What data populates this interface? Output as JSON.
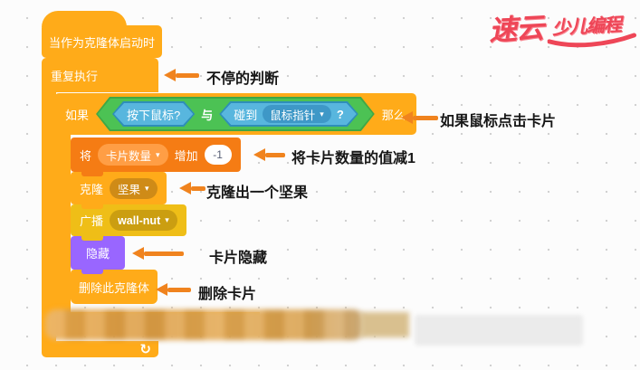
{
  "logo": {
    "text_main": "速云",
    "text_sub": "少儿编程",
    "color": "#ee4657"
  },
  "ui": {
    "caret": "▾",
    "loop_arrow": "↻"
  },
  "blocks": {
    "hat": {
      "label": "当作为克隆体启动时"
    },
    "forever": {
      "label": "重复执行"
    },
    "if_block": {
      "if": "如果",
      "then": "那么"
    },
    "and_op": {
      "label": "与"
    },
    "mouse_down": {
      "label": "按下鼠标?"
    },
    "touching": {
      "label": "碰到",
      "dropdown": "鼠标指针",
      "question": "?"
    },
    "change_var": {
      "label_set": "将",
      "dropdown": "卡片数量",
      "label_by": "增加",
      "value": "-1"
    },
    "clone": {
      "label": "克隆",
      "dropdown": "坚果"
    },
    "broadcast": {
      "label": "广播",
      "dropdown": "wall-nut"
    },
    "hide": {
      "label": "隐藏"
    },
    "delete_clone": {
      "label": "删除此克隆体"
    }
  },
  "annotations": {
    "forever": "不停的判断",
    "if_row": "如果鼠标点击卡片",
    "change_var": "将卡片数量的值减1",
    "clone": "克隆出一个坚果",
    "hide": "卡片隐藏",
    "delete_clone": "删除卡片"
  },
  "colors": {
    "control": "#FFAB19",
    "control_dark": "#CF8B17",
    "variables": "#F57C14",
    "variables_light": "#FF9E45",
    "events": "#EFBE17",
    "events_dark": "#CB9E11",
    "looks": "#9966FF",
    "sensing": "#58B6DE",
    "sensing_dark": "#3E98C7",
    "operators": "#4CC254",
    "annotation_arrow": "#F0831E"
  }
}
